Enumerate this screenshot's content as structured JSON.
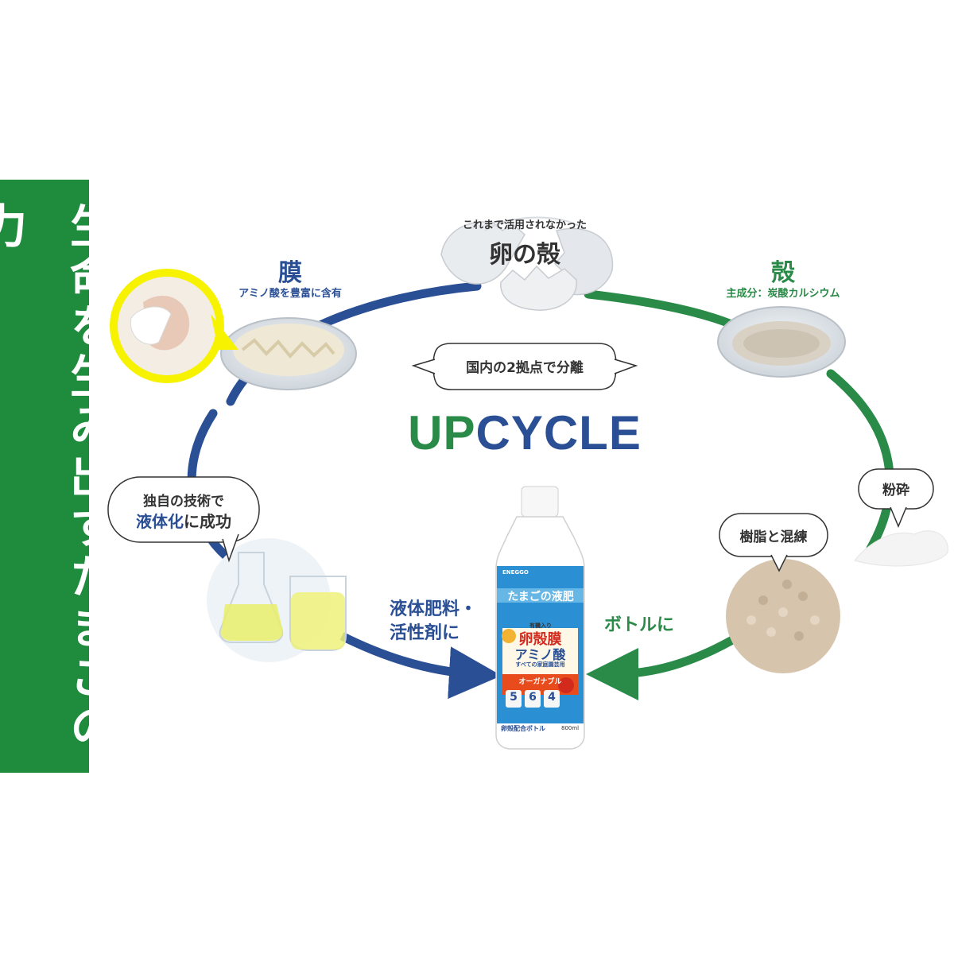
{
  "sidebar": {
    "title": "生命を生み出すたまごの力"
  },
  "center": {
    "title_part1": "UP",
    "title_part2": "CYCLE",
    "bubble": "国内の2拠点で分離"
  },
  "top": {
    "caption": "これまで活用されなかった",
    "title": "卵の殻"
  },
  "membrane": {
    "title": "膜",
    "caption": "アミノ酸を豊富に含有"
  },
  "shell": {
    "title": "殻",
    "caption": "主成分：炭酸カルシウム"
  },
  "left_bubble": {
    "line1": "独自の技術で",
    "line2_highlight": "液体化",
    "line2_rest": "に成功"
  },
  "left_arrow_label": {
    "line1": "液体肥料・",
    "line2": "活性剤に"
  },
  "right_arrow_label": "ボトルに",
  "crush_bubble": "粉砕",
  "mix_bubble": "樹脂と混練",
  "bottle": {
    "brand": "ENEGGO",
    "banner": "たまごの液肥",
    "sub": "有機入り",
    "name1": "卵殻膜",
    "name2": "アミノ酸",
    "use": "すべての家庭園芸用",
    "organic": "オーガナブル",
    "n1": "5",
    "n2": "6",
    "n3": "4",
    "bottom": "卵殻配合ボトル",
    "volume": "800ml"
  },
  "colors": {
    "blue": "#2a4f95",
    "green": "#2a8a48",
    "sidebar": "#1e8b3d"
  }
}
